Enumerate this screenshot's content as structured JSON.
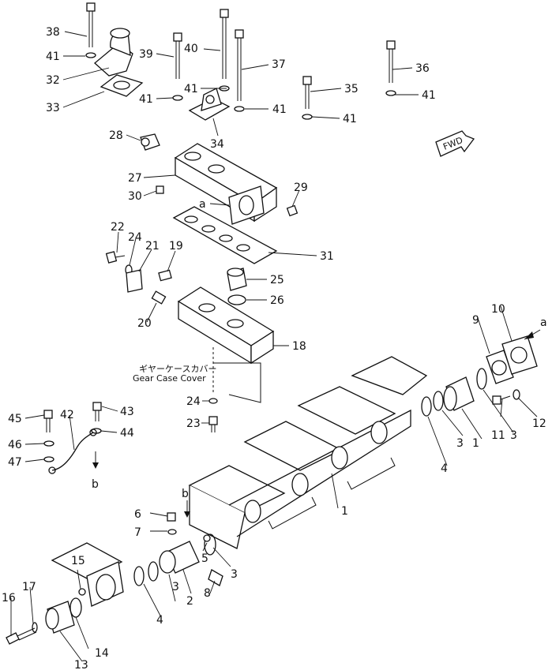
{
  "callouts": [
    {
      "id": "c1",
      "text": "1"
    },
    {
      "id": "c1b",
      "text": "1"
    },
    {
      "id": "c2",
      "text": "2"
    },
    {
      "id": "c3a",
      "text": "3"
    },
    {
      "id": "c3b",
      "text": "3"
    },
    {
      "id": "c3c",
      "text": "3"
    },
    {
      "id": "c3d",
      "text": "3"
    },
    {
      "id": "c4a",
      "text": "4"
    },
    {
      "id": "c4b",
      "text": "4"
    },
    {
      "id": "c5",
      "text": "5"
    },
    {
      "id": "c6",
      "text": "6"
    },
    {
      "id": "c7",
      "text": "7"
    },
    {
      "id": "c8",
      "text": "8"
    },
    {
      "id": "c9",
      "text": "9"
    },
    {
      "id": "c10",
      "text": "10"
    },
    {
      "id": "c11",
      "text": "11"
    },
    {
      "id": "c12",
      "text": "12"
    },
    {
      "id": "c13",
      "text": "13"
    },
    {
      "id": "c14",
      "text": "14"
    },
    {
      "id": "c15",
      "text": "15"
    },
    {
      "id": "c16",
      "text": "16"
    },
    {
      "id": "c17",
      "text": "17"
    },
    {
      "id": "c18",
      "text": "18"
    },
    {
      "id": "c19",
      "text": "19"
    },
    {
      "id": "c20",
      "text": "20"
    },
    {
      "id": "c21",
      "text": "21"
    },
    {
      "id": "c22",
      "text": "22"
    },
    {
      "id": "c23",
      "text": "23"
    },
    {
      "id": "c24a",
      "text": "24"
    },
    {
      "id": "c24b",
      "text": "24"
    },
    {
      "id": "c25",
      "text": "25"
    },
    {
      "id": "c26",
      "text": "26"
    },
    {
      "id": "c27",
      "text": "27"
    },
    {
      "id": "c28",
      "text": "28"
    },
    {
      "id": "c29",
      "text": "29"
    },
    {
      "id": "c30",
      "text": "30"
    },
    {
      "id": "c31",
      "text": "31"
    },
    {
      "id": "c32",
      "text": "32"
    },
    {
      "id": "c33",
      "text": "33"
    },
    {
      "id": "c34",
      "text": "34"
    },
    {
      "id": "c35",
      "text": "35"
    },
    {
      "id": "c36",
      "text": "36"
    },
    {
      "id": "c37",
      "text": "37"
    },
    {
      "id": "c38",
      "text": "38"
    },
    {
      "id": "c39",
      "text": "39"
    },
    {
      "id": "c40",
      "text": "40"
    },
    {
      "id": "c41a",
      "text": "41"
    },
    {
      "id": "c41b",
      "text": "41"
    },
    {
      "id": "c41c",
      "text": "41"
    },
    {
      "id": "c41d",
      "text": "41"
    },
    {
      "id": "c41e",
      "text": "41"
    },
    {
      "id": "c41f",
      "text": "41"
    },
    {
      "id": "c42",
      "text": "42"
    },
    {
      "id": "c43",
      "text": "43"
    },
    {
      "id": "c44",
      "text": "44"
    },
    {
      "id": "c45",
      "text": "45"
    },
    {
      "id": "c46",
      "text": "46"
    },
    {
      "id": "c47",
      "text": "47"
    }
  ],
  "references": {
    "a_top": "a",
    "a_right": "a",
    "b_left": "b",
    "b_mid": "b"
  },
  "fwd_label": "FWD",
  "gear_case_jp": "ギヤーケースカバー",
  "gear_case_en": "Gear Case Cover"
}
